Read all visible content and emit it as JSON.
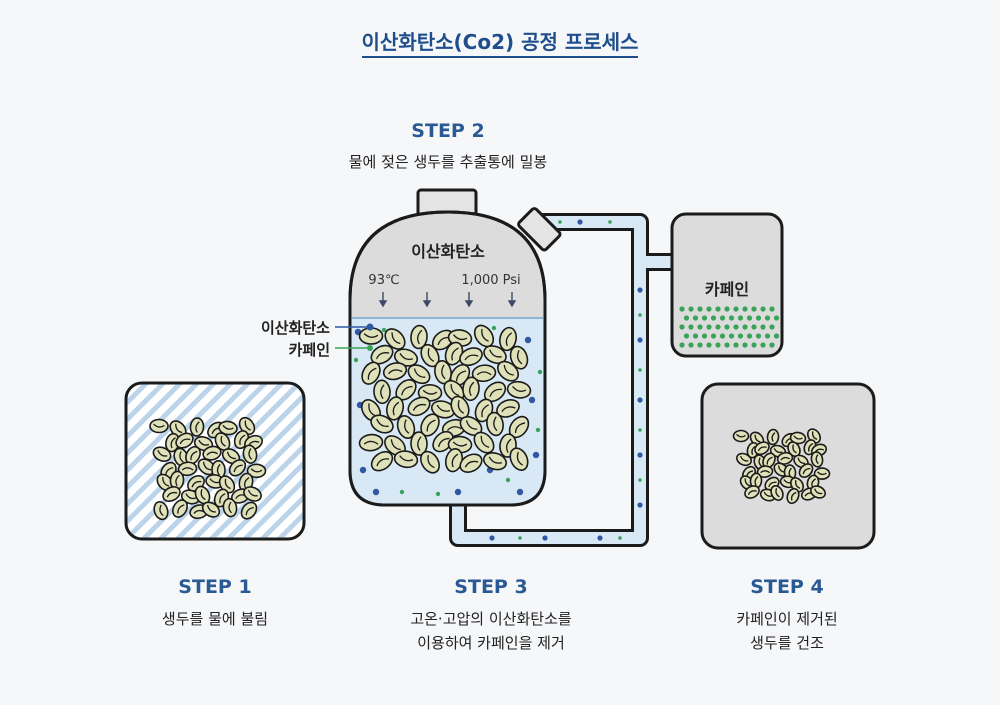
{
  "title": "이산화탄소(Co2) 공정 프로세스",
  "steps": [
    {
      "label": "STEP 1",
      "desc_lines": [
        "생두를 물에 불림"
      ]
    },
    {
      "label": "STEP 2",
      "desc_lines": [
        "물에 젖은 생두를 추출통에 밀봉"
      ]
    },
    {
      "label": "STEP 3",
      "desc_lines": [
        "고온·고압의  이산화탄소를",
        "이용하여 카페인을 제거"
      ]
    },
    {
      "label": "STEP 4",
      "desc_lines": [
        "카페인이 제거된",
        "생두를 건조"
      ]
    }
  ],
  "vessel": {
    "label": "이산화탄소",
    "temperature": "93℃",
    "pressure": "1,000 Psi"
  },
  "legend": {
    "co2": "이산화탄소",
    "caffeine": "카페인"
  },
  "caffeine_tank": {
    "label": "카페인"
  },
  "colors": {
    "accent": "#2a5a93",
    "co2_dot": "#2f57a5",
    "caffeine_dot": "#3aa35a",
    "water": "#d8e8f4",
    "bean": "#dfe1b8",
    "stroke": "#1b1b1b"
  }
}
